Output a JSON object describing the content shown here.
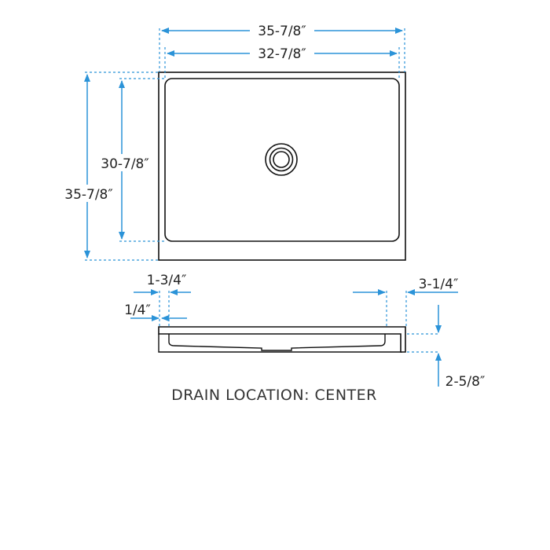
{
  "colors": {
    "dimension": "#2b93d8",
    "outline": "#111111"
  },
  "top_view": {
    "overall_width": "35-7/8″",
    "inner_width": "32-7/8″",
    "overall_depth": "35-7/8″",
    "inner_depth": "30-7/8″"
  },
  "side_view": {
    "left_flange": "1-3/4″",
    "left_lip": "1/4″",
    "right_flange": "3-1/4″",
    "height": "2-5/8″"
  },
  "caption": "DRAIN LOCATION: CENTER"
}
